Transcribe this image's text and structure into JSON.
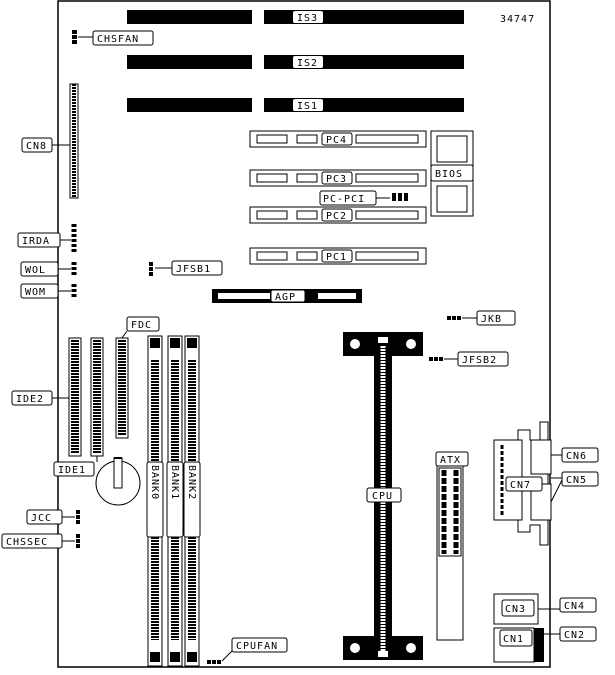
{
  "diagram": {
    "board_id": "34747",
    "labels": {
      "is3": "IS3",
      "is2": "IS2",
      "is1": "IS1",
      "pc4": "PC4",
      "pc3": "PC3",
      "pc2": "PC2",
      "pc1": "PC1",
      "pcpci": "PC-PCI",
      "bios": "BIOS",
      "agp": "AGP",
      "chsfan": "CHSFAN",
      "cn8": "CN8",
      "irda": "IRDA",
      "wol": "WOL",
      "wom": "WOM",
      "jfsb1": "JFSB1",
      "fdc": "FDC",
      "ide2": "IDE2",
      "ide1": "IDE1",
      "bank0": "BANK0",
      "bank1": "BANK1",
      "bank2": "BANK2",
      "jkb": "JKB",
      "jfsb2": "JFSB2",
      "cpu": "CPU",
      "cn6": "CN6",
      "cn7": "CN7",
      "cn5": "CN5",
      "atx": "ATX",
      "cn3": "CN3",
      "cn4": "CN4",
      "cn1": "CN1",
      "cn2": "CN2",
      "jcc": "JCC",
      "chssec": "CHSSEC",
      "cpufan": "CPUFAN"
    }
  }
}
